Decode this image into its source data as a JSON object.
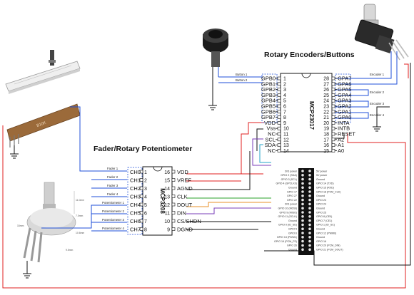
{
  "headings": {
    "rotary": "Rotary Encoders/Buttons",
    "fader": "Fader/Rotary Potentiometer"
  },
  "mcp23017": {
    "name": "MCP23017",
    "left_pins": [
      "GPB0",
      "GPB1",
      "GPB2",
      "GPB3",
      "GPB4",
      "GPB5",
      "GPB6",
      "GPB7",
      "VDD",
      "Vss",
      "NC",
      "SCL",
      "SDA",
      "NC"
    ],
    "left_nums": [
      "1",
      "2",
      "3",
      "4",
      "5",
      "6",
      "7",
      "8",
      "9",
      "10",
      "11",
      "12",
      "13",
      "14"
    ],
    "right_pins": [
      "GPA7",
      "GPA6",
      "GPA5",
      "GPA4",
      "GPA3",
      "GPA2",
      "GPA1",
      "GPA0",
      "INTA",
      "INTB",
      "RESET",
      "A2",
      "A1",
      "A0"
    ],
    "right_nums": [
      "28",
      "27",
      "26",
      "25",
      "24",
      "23",
      "22",
      "21",
      "20",
      "19",
      "18",
      "17",
      "16",
      "15"
    ]
  },
  "mcp3208": {
    "name": "MCP3208",
    "left_pins": [
      "CH0",
      "CH1",
      "CH2",
      "CH3",
      "CH4",
      "CH5",
      "CH6",
      "CH7"
    ],
    "left_nums": [
      "1",
      "2",
      "3",
      "4",
      "5",
      "6",
      "7",
      "8"
    ],
    "right_pins": [
      "VDD",
      "VREF",
      "AGND",
      "CLK",
      "DOUT",
      "DIN",
      "CS/SHDN",
      "DGND"
    ],
    "right_nums": [
      "16",
      "15",
      "14",
      "13",
      "12",
      "11",
      "10",
      "9"
    ]
  },
  "wire_labels": {
    "buttons": [
      "Button 1",
      "Button 2"
    ],
    "encoders": [
      "Encoder 1",
      "Encoder 2",
      "Encoder 3",
      "Encoder 4"
    ],
    "faders": [
      "Fader 1",
      "Fader 2",
      "Fader 3",
      "Fader 4"
    ],
    "pots": [
      "Potentiometer 1",
      "Potentiometer 2",
      "Potentiometer 3",
      "Potentiometer 4"
    ]
  },
  "fader_print": "B10K",
  "pot_dims": [
    "11.0mm",
    "7.0mm",
    "10.6mm",
    "15mm",
    "9.5mm"
  ],
  "rpi_header": {
    "left": [
      "3V3 power",
      "GPIO 2 (SDA)",
      "GPIO 3 (SCL)",
      "GPIO 4 (GPCLK0)",
      "Ground",
      "GPIO 17",
      "GPIO 27",
      "GPIO 22",
      "3V3 power",
      "GPIO 10 (MOSI)",
      "GPIO 9 (MISO)",
      "GPIO 11 (SCLK)",
      "Ground",
      "GPIO 0 (ID_SD)",
      "GPIO 5",
      "GPIO 6",
      "GPIO 13 (PWM1)",
      "GPIO 19 (PCM_FS)",
      "GPIO 26",
      "Ground"
    ],
    "right": [
      "5V power",
      "5V power",
      "Ground",
      "GPIO 14 (TXD)",
      "GPIO 15 (RXD)",
      "GPIO 18 (PCM_CLK)",
      "Ground",
      "GPIO 23",
      "GPIO 24",
      "Ground",
      "GPIO 25",
      "GPIO 8 (CE0)",
      "GPIO 7 (CE1)",
      "GPIO 1 (ID_SC)",
      "Ground",
      "GPIO 12 (PWM0)",
      "Ground",
      "GPIO 16",
      "GPIO 20 (PCM_DIN)",
      "GPIO 21 (PCM_DOUT)"
    ]
  },
  "colors": {
    "blue": "#1f4fd8",
    "red": "#e02020",
    "black": "#111111",
    "green": "#2aa02a",
    "orange": "#e8902a",
    "purple": "#7a3db8",
    "cyan": "#26a6c8"
  }
}
